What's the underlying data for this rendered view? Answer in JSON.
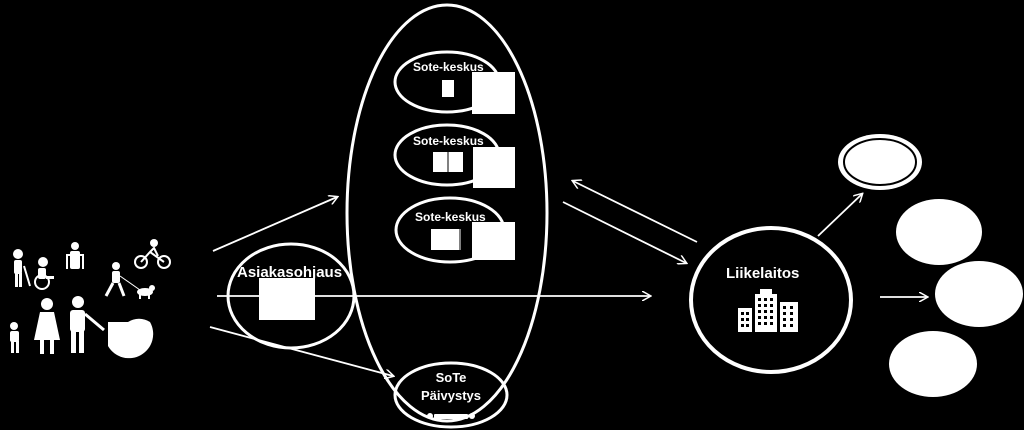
{
  "nodes": {
    "sote_keskus_1": {
      "label": "Sote-keskus"
    },
    "sote_keskus_2": {
      "label": "Sote-keskus"
    },
    "sote_keskus_3": {
      "label": "Sote-keskus"
    },
    "asiakasohjaus": {
      "label": "Asiakasohjaus"
    },
    "liikelaitos": {
      "label": "Liikelaitos"
    },
    "paivystys": {
      "line1": "SoTe",
      "line2": "Päivystys"
    }
  },
  "icons": {
    "people": "people-group-icon",
    "building": "office-building-icon",
    "ambulance": "ambulance-icon"
  },
  "colors": {
    "background": "#000000",
    "foreground": "#ffffff"
  }
}
